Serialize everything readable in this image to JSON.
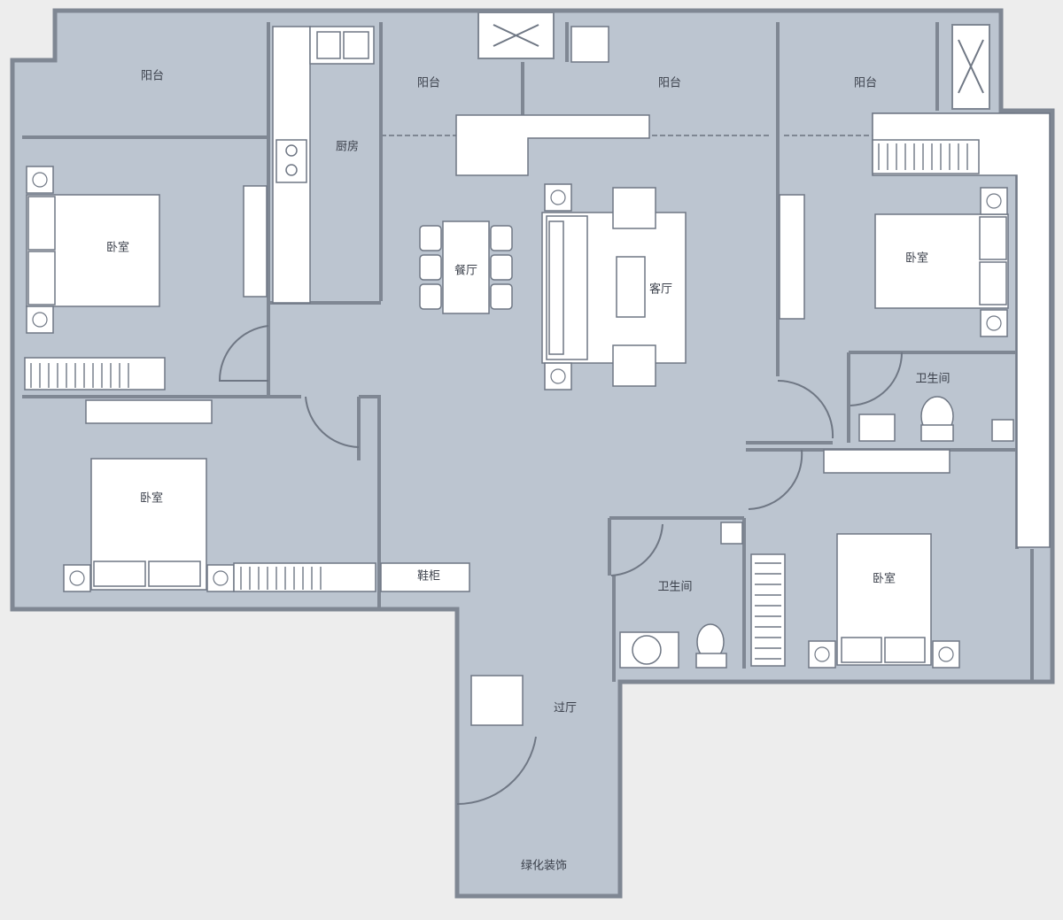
{
  "colors": {
    "background": "#ededed",
    "floor": "#bcc5d0",
    "wall": "#7f8793",
    "furniture": "#ffffff",
    "line": "#6f7784"
  },
  "labels": {
    "balcony_1": "阳台",
    "balcony_2": "阳台",
    "balcony_3": "阳台",
    "balcony_4": "阳台",
    "kitchen": "厨房",
    "dining": "餐厅",
    "living": "客厅",
    "bedroom_1": "卧室",
    "bedroom_2": "卧室",
    "bedroom_3": "卧室",
    "bedroom_4": "卧室",
    "bathroom_1": "卫生间",
    "bathroom_2": "卫生间",
    "shoe_cabinet": "鞋柜",
    "corridor": "过厅",
    "green_decor": "绿化装饰"
  }
}
